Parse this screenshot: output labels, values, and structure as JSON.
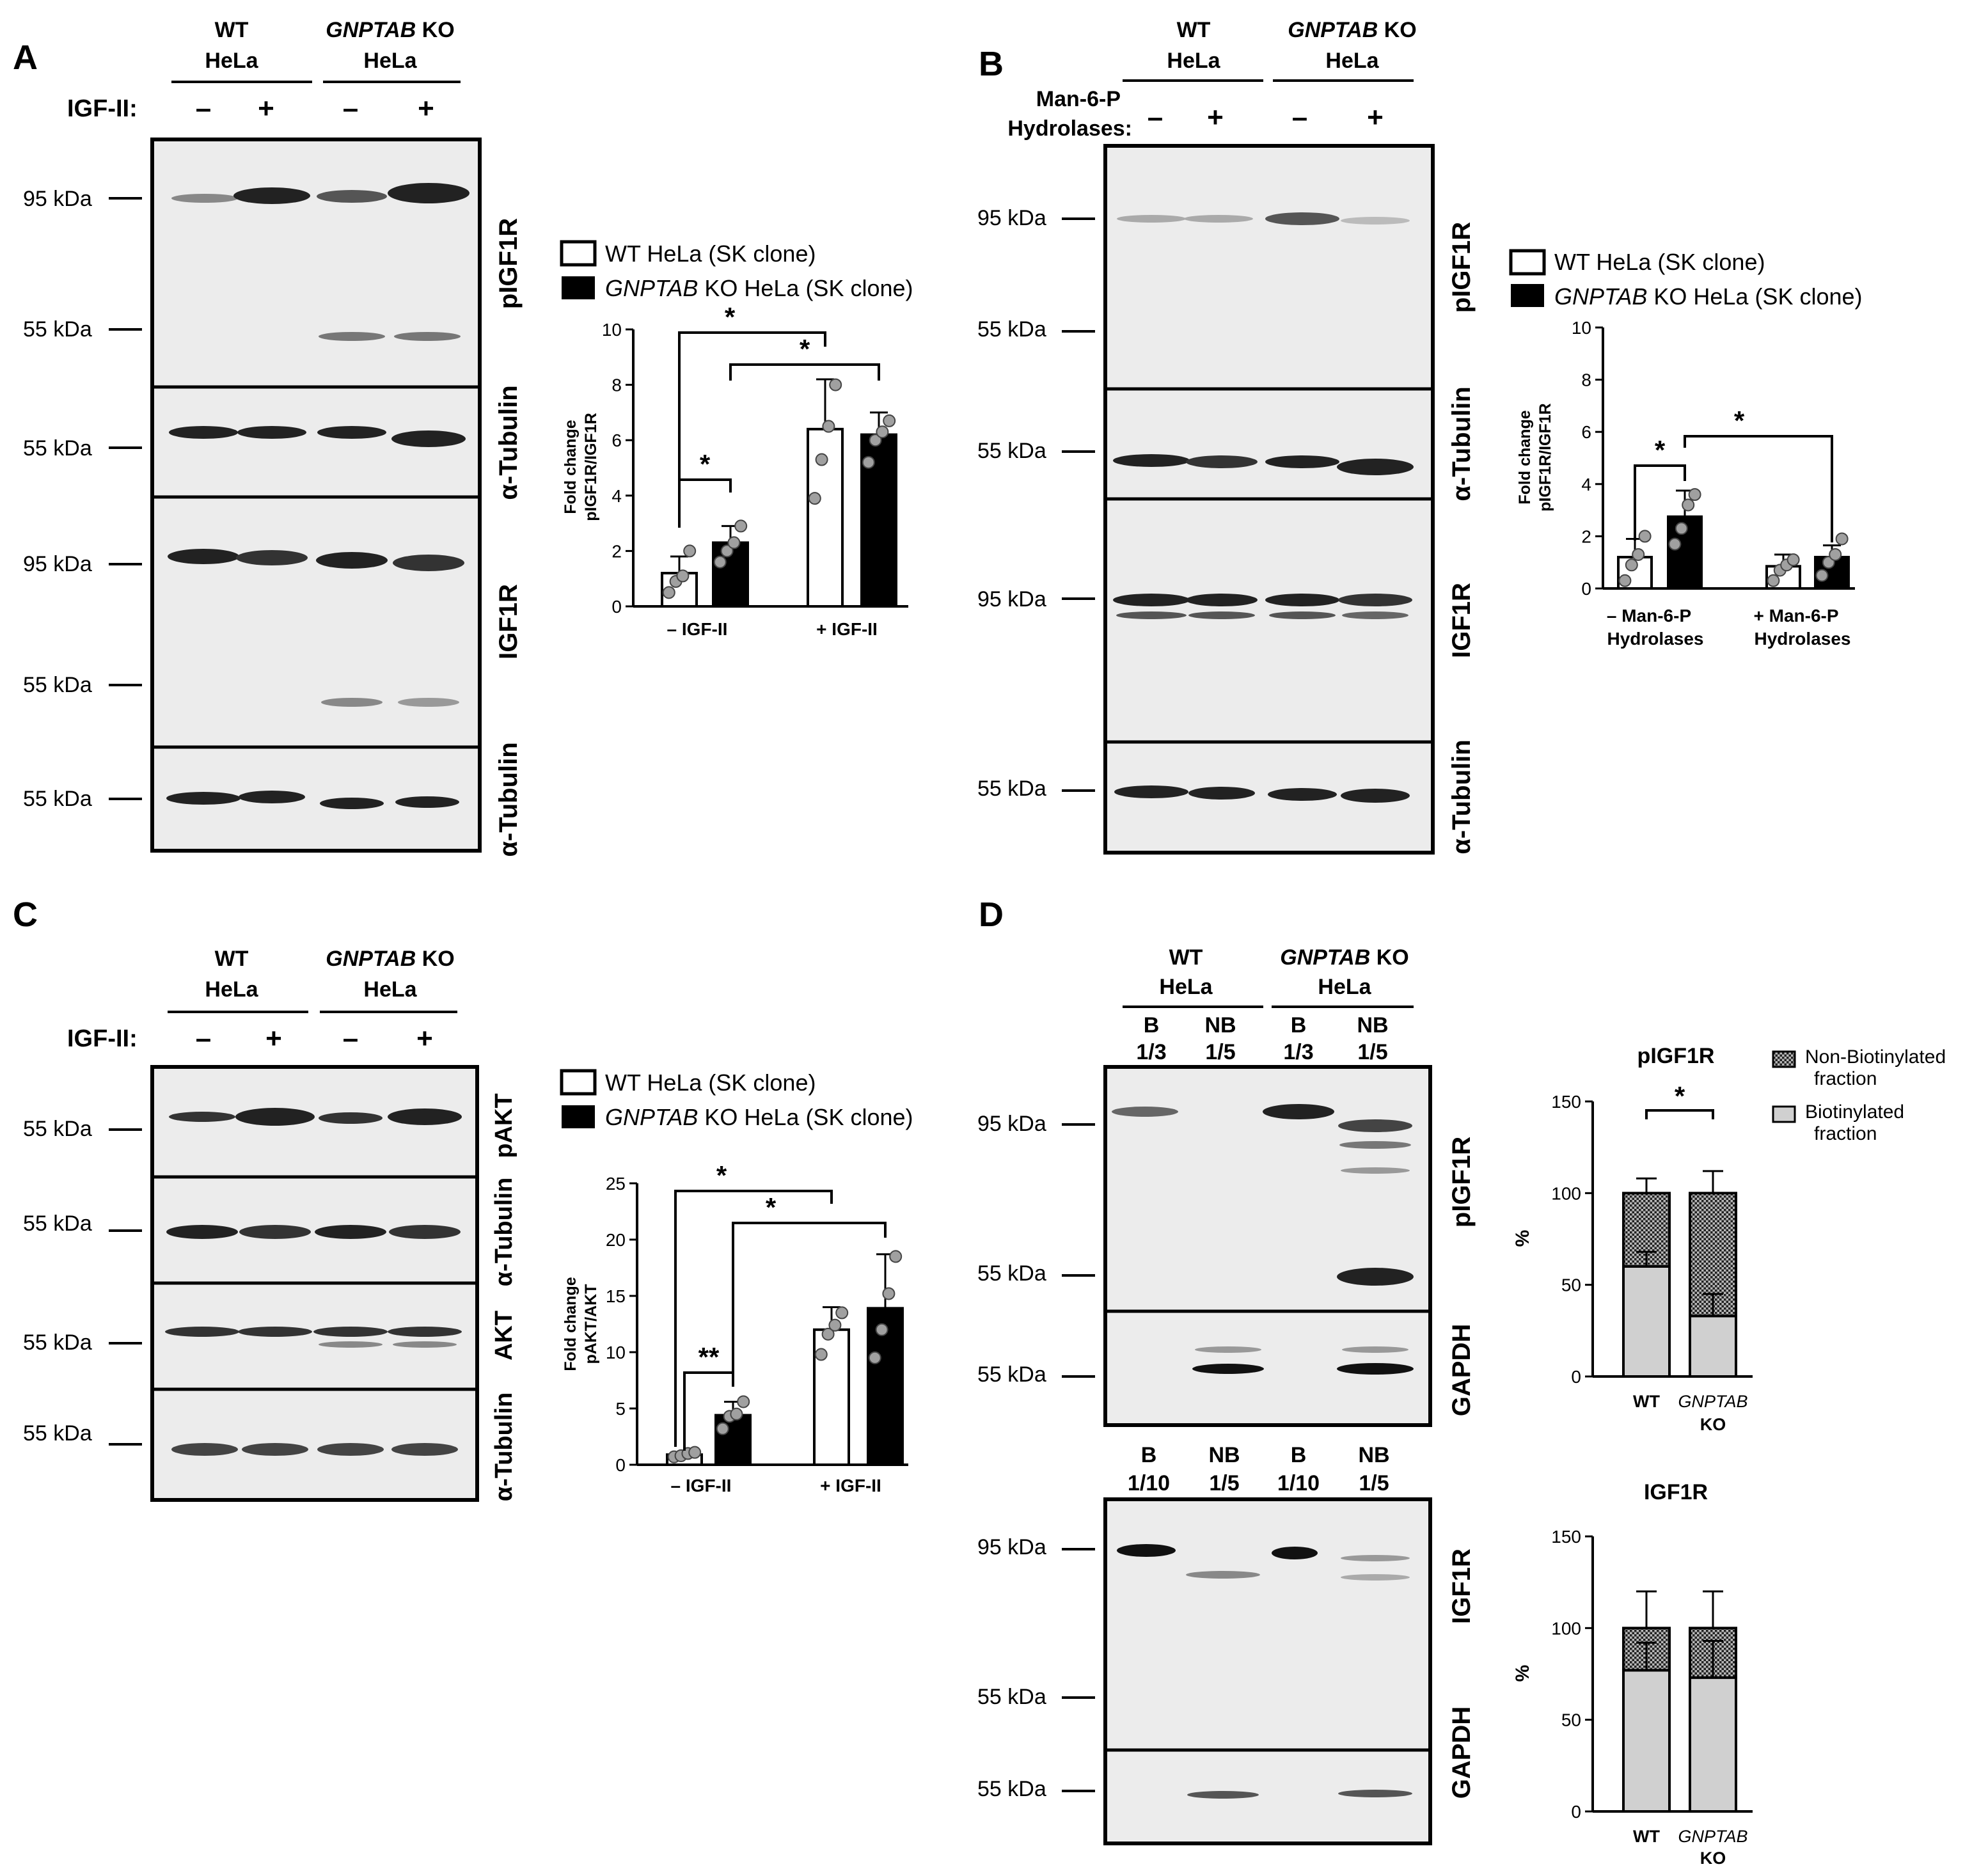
{
  "panels": {
    "A": {
      "letter": "A",
      "groups": [
        "WT",
        "HeLa",
        "GNPTAB",
        " KO",
        "HeLa"
      ],
      "treat_label": "IGF-II:",
      "signs": [
        "–",
        "+",
        "–",
        "+"
      ],
      "mw": [
        "95 kDa",
        "55 kDa",
        "55 kDa",
        "95 kDa",
        "55 kDa",
        "55 kDa"
      ],
      "blot_labels": [
        "pIGF1R",
        "α-Tubulin",
        "IGF1R",
        "α-Tubulin"
      ],
      "legend": [
        "WT HeLa (SK clone)",
        "GNPTAB",
        " KO HeLa (SK clone)"
      ],
      "ylabel": [
        "Fold change",
        "pIGF1R/IGF1R"
      ],
      "xcats": [
        "–  IGF-II",
        "+ IGF-II"
      ]
    },
    "B": {
      "letter": "B",
      "groups": [
        "WT",
        "HeLa",
        "GNPTAB",
        " KO",
        "HeLa"
      ],
      "treat_label": [
        "Man-6-P",
        "Hydrolases:"
      ],
      "signs": [
        "–",
        "+",
        "–",
        "+"
      ],
      "mw": [
        "95 kDa",
        "55 kDa",
        "55 kDa",
        "95 kDa",
        "55 kDa"
      ],
      "blot_labels": [
        "pIGF1R",
        "α-Tubulin",
        "IGF1R",
        "α-Tubulin"
      ],
      "legend": [
        "WT HeLa (SK clone)",
        "GNPTAB",
        " KO HeLa (SK clone)"
      ],
      "ylabel": [
        "Fold change",
        "pIGF1R/IGF1R"
      ],
      "xcats": [
        [
          "–  Man-6-P",
          "Hydrolases"
        ],
        [
          "+  Man-6-P",
          "Hydrolases"
        ]
      ]
    },
    "C": {
      "letter": "C",
      "groups": [
        "WT",
        "HeLa",
        "GNPTAB",
        " KO",
        "HeLa"
      ],
      "treat_label": "IGF-II:",
      "signs": [
        "–",
        "+",
        "–",
        "+"
      ],
      "mw": [
        "55 kDa",
        "55 kDa",
        "55 kDa",
        "55 kDa"
      ],
      "blot_labels": [
        "pAKT",
        "α-Tubulin",
        "AKT",
        "α-Tubulin"
      ],
      "legend": [
        "WT HeLa (SK clone)",
        "GNPTAB",
        " KO HeLa (SK clone)"
      ],
      "ylabel": [
        "Fold change",
        "pAKT/AKT"
      ],
      "xcats": [
        "–  IGF-II",
        "+ IGF-II"
      ]
    },
    "D": {
      "letter": "D",
      "groups": [
        "WT",
        "HeLa",
        "GNPTAB",
        " KO",
        "HeLa"
      ],
      "lanes_top": [
        "B",
        "1/3",
        "NB",
        "1/5",
        "B",
        "1/3",
        "NB",
        "1/5"
      ],
      "lanes_bottom": [
        "B",
        "1/10",
        "NB",
        "1/5",
        "B",
        "1/10",
        "NB",
        "1/5"
      ],
      "mw": [
        "95 kDa",
        "55 kDa",
        "55 kDa",
        "95 kDa",
        "55 kDa",
        "55 kDa"
      ],
      "blot_labels": [
        "pIGF1R",
        "GAPDH",
        "IGF1R",
        "GAPDH"
      ],
      "legend": [
        [
          "Non-Biotinylated",
          "fraction"
        ],
        [
          "Biotinylated",
          "fraction"
        ]
      ],
      "ylabel": "%",
      "xcats": [
        "WT",
        "GNPTAB",
        "KO"
      ]
    }
  },
  "chart_data": [
    {
      "type": "bar",
      "panel": "A",
      "categories": [
        "–  IGF-II",
        "+ IGF-II"
      ],
      "series": [
        {
          "name": "WT HeLa (SK clone)",
          "values": [
            1.2,
            6.4
          ],
          "errors": [
            0.6,
            1.8
          ],
          "points": [
            [
              0.5,
              0.9,
              1.1,
              2.0
            ],
            [
              3.9,
              5.3,
              6.5,
              8.0
            ]
          ]
        },
        {
          "name": "GNPTAB KO HeLa (SK clone)",
          "values": [
            2.3,
            6.2
          ],
          "errors": [
            0.6,
            0.8
          ],
          "points": [
            [
              1.6,
              2.0,
              2.3,
              2.9
            ],
            [
              5.2,
              6.0,
              6.3,
              6.7
            ]
          ]
        }
      ],
      "ylim": [
        0,
        10
      ],
      "yticks": [
        0,
        2,
        4,
        6,
        8,
        10
      ],
      "sig": [
        "*",
        "*",
        "*"
      ]
    },
    {
      "type": "bar",
      "panel": "B",
      "categories": [
        "–  Man-6-P Hydrolases",
        "+  Man-6-P Hydrolases"
      ],
      "series": [
        {
          "name": "WT HeLa (SK clone)",
          "values": [
            1.2,
            0.85
          ],
          "errors": [
            0.7,
            0.45
          ],
          "points": [
            [
              0.3,
              0.9,
              1.3,
              2.0
            ],
            [
              0.3,
              0.7,
              0.9,
              1.1
            ]
          ]
        },
        {
          "name": "GNPTAB KO HeLa (SK clone)",
          "values": [
            2.75,
            1.2
          ],
          "errors": [
            1.0,
            0.45
          ],
          "points": [
            [
              1.7,
              2.3,
              3.2,
              3.6
            ],
            [
              0.5,
              1.0,
              1.3,
              1.9
            ]
          ]
        }
      ],
      "ylim": [
        0,
        10
      ],
      "yticks": [
        0,
        2,
        4,
        6,
        8,
        10
      ],
      "sig": [
        "*",
        "*"
      ]
    },
    {
      "type": "bar",
      "panel": "C",
      "categories": [
        "–  IGF-II",
        "+ IGF-II"
      ],
      "series": [
        {
          "name": "WT HeLa (SK clone)",
          "values": [
            0.9,
            12.0
          ],
          "errors": [
            0.2,
            2.0
          ],
          "points": [
            [
              0.7,
              0.8,
              1.0,
              1.1
            ],
            [
              9.8,
              11.6,
              12.4,
              13.5
            ]
          ]
        },
        {
          "name": "GNPTAB KO HeLa (SK clone)",
          "values": [
            4.4,
            13.9
          ],
          "errors": [
            1.2,
            4.8
          ],
          "points": [
            [
              3.2,
              4.3,
              4.5,
              5.6
            ],
            [
              9.5,
              12.0,
              15.2,
              18.5
            ]
          ]
        }
      ],
      "ylim": [
        0,
        25
      ],
      "yticks": [
        0,
        5,
        10,
        15,
        20,
        25
      ],
      "sig": [
        "**",
        "*",
        "*"
      ]
    },
    {
      "type": "bar",
      "stacked": true,
      "panel": "D-top",
      "title": "pIGF1R",
      "categories": [
        "WT",
        "GNPTAB KO"
      ],
      "series": [
        {
          "name": "Biotinylated fraction",
          "values": [
            60,
            33
          ],
          "errors": [
            8,
            12
          ]
        },
        {
          "name": "Non-Biotinylated fraction",
          "values": [
            40,
            67
          ],
          "errors": [
            8,
            12
          ]
        }
      ],
      "ylim": [
        0,
        150
      ],
      "yticks": [
        0,
        50,
        100,
        150
      ],
      "sig": [
        "*"
      ]
    },
    {
      "type": "bar",
      "stacked": true,
      "panel": "D-bottom",
      "title": "IGF1R",
      "categories": [
        "WT",
        "GNPTAB KO"
      ],
      "series": [
        {
          "name": "Biotinylated fraction",
          "values": [
            77,
            73
          ],
          "errors": [
            15,
            20
          ]
        },
        {
          "name": "Non-Biotinylated fraction",
          "values": [
            23,
            27
          ],
          "errors": [
            20,
            20
          ]
        }
      ],
      "ylim": [
        0,
        150
      ],
      "yticks": [
        0,
        50,
        100,
        150
      ],
      "sig": []
    }
  ]
}
